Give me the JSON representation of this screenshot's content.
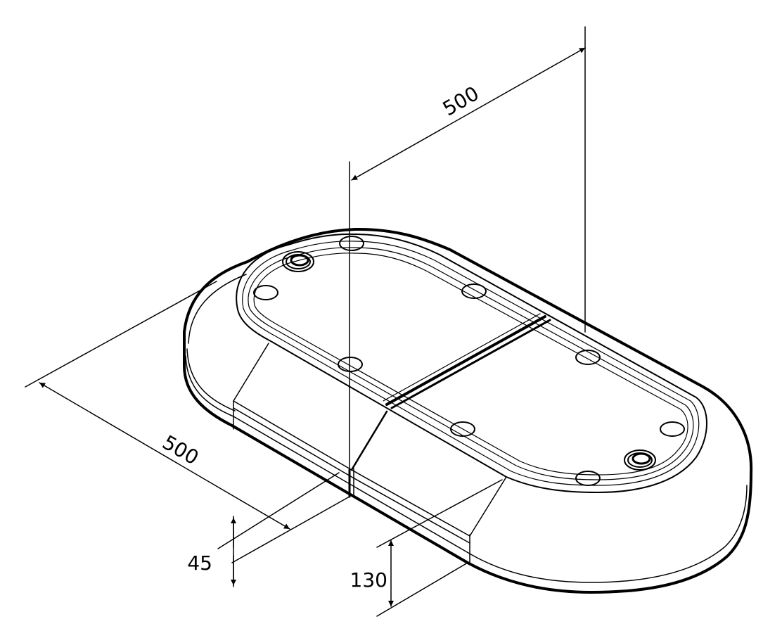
{
  "dimensions": {
    "top_width": "500",
    "side_length": "500",
    "thickness_small": "45",
    "thickness_large": "130"
  },
  "colors": {
    "line": "#000000",
    "background": "#ffffff"
  }
}
